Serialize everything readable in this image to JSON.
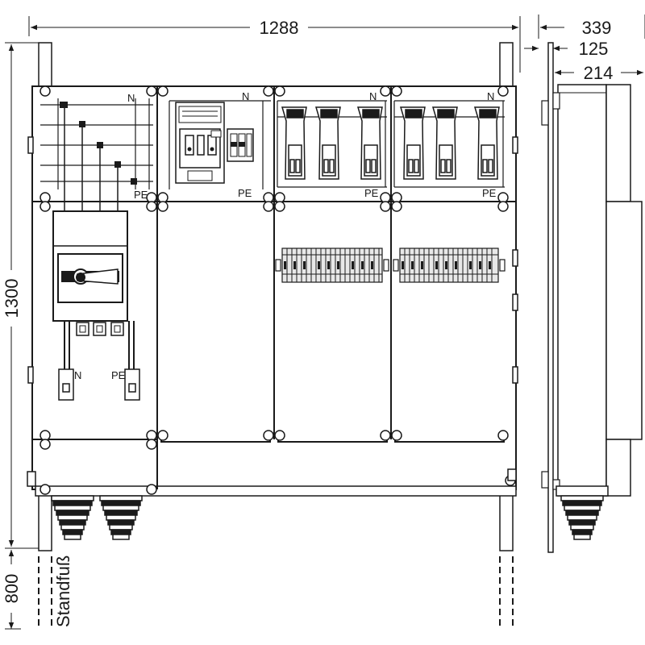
{
  "dimensions": {
    "overall_width": "1288",
    "overall_height": "1300",
    "stand_height": "800",
    "side_depth": "339",
    "side_offset": "125",
    "side_body": "214"
  },
  "labels": {
    "neutral": "N",
    "protective_earth": "PE",
    "stand": "Standfuß"
  },
  "colors": {
    "line": "#1a1a1a",
    "background": "#ffffff"
  }
}
